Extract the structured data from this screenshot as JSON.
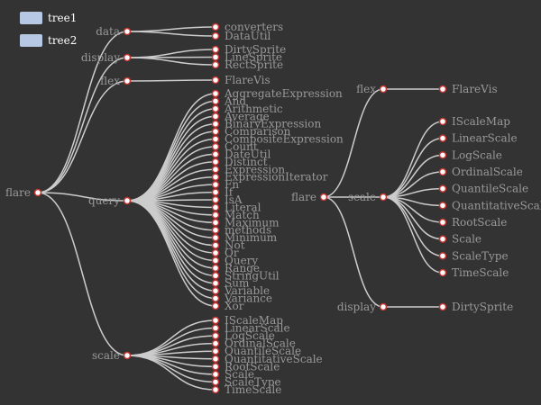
{
  "colors": {
    "background": "#333333",
    "link": "#cccccc",
    "node_fill": "#ffffff",
    "node_stroke": "#c23531",
    "label": "#999999",
    "legend_swatch": "#b6c8e3",
    "legend_text": "#ffffff"
  },
  "legend": {
    "items": [
      {
        "label": "tree1"
      },
      {
        "label": "tree2"
      }
    ]
  },
  "trees": [
    {
      "name": "tree1",
      "root": {
        "name": "flare",
        "children": [
          {
            "name": "data",
            "children": [
              {
                "name": "converters"
              },
              {
                "name": "DataUtil"
              }
            ]
          },
          {
            "name": "display",
            "children": [
              {
                "name": "DirtySprite"
              },
              {
                "name": "LineSprite"
              },
              {
                "name": "RectSprite"
              }
            ]
          },
          {
            "name": "flex",
            "children": [
              {
                "name": "FlareVis"
              }
            ]
          },
          {
            "name": "query",
            "children": [
              {
                "name": "AggregateExpression"
              },
              {
                "name": "And"
              },
              {
                "name": "Arithmetic"
              },
              {
                "name": "Average"
              },
              {
                "name": "BinaryExpression"
              },
              {
                "name": "Comparison"
              },
              {
                "name": "CompositeExpression"
              },
              {
                "name": "Count"
              },
              {
                "name": "DateUtil"
              },
              {
                "name": "Distinct"
              },
              {
                "name": "Expression"
              },
              {
                "name": "ExpressionIterator"
              },
              {
                "name": "Fn"
              },
              {
                "name": "If"
              },
              {
                "name": "IsA"
              },
              {
                "name": "Literal"
              },
              {
                "name": "Match"
              },
              {
                "name": "Maximum"
              },
              {
                "name": "methods"
              },
              {
                "name": "Minimum"
              },
              {
                "name": "Not"
              },
              {
                "name": "Or"
              },
              {
                "name": "Query"
              },
              {
                "name": "Range"
              },
              {
                "name": "StringUtil"
              },
              {
                "name": "Sum"
              },
              {
                "name": "Variable"
              },
              {
                "name": "Variance"
              },
              {
                "name": "Xor"
              }
            ]
          },
          {
            "name": "scale",
            "children": [
              {
                "name": "IScaleMap"
              },
              {
                "name": "LinearScale"
              },
              {
                "name": "LogScale"
              },
              {
                "name": "OrdinalScale"
              },
              {
                "name": "QuantileScale"
              },
              {
                "name": "QuantitativeScale"
              },
              {
                "name": "RootScale"
              },
              {
                "name": "Scale"
              },
              {
                "name": "ScaleType"
              },
              {
                "name": "TimeScale"
              }
            ]
          }
        ]
      }
    },
    {
      "name": "tree2",
      "root": {
        "name": "flare",
        "children": [
          {
            "name": "flex",
            "children": [
              {
                "name": "FlareVis"
              }
            ]
          },
          {
            "name": "scale",
            "children": [
              {
                "name": "IScaleMap"
              },
              {
                "name": "LinearScale"
              },
              {
                "name": "LogScale"
              },
              {
                "name": "OrdinalScale"
              },
              {
                "name": "QuantileScale"
              },
              {
                "name": "QuantitativeScale"
              },
              {
                "name": "RootScale"
              },
              {
                "name": "Scale"
              },
              {
                "name": "ScaleType"
              },
              {
                "name": "TimeScale"
              }
            ]
          },
          {
            "name": "display",
            "children": [
              {
                "name": "DirtySprite"
              }
            ]
          }
        ]
      }
    }
  ]
}
